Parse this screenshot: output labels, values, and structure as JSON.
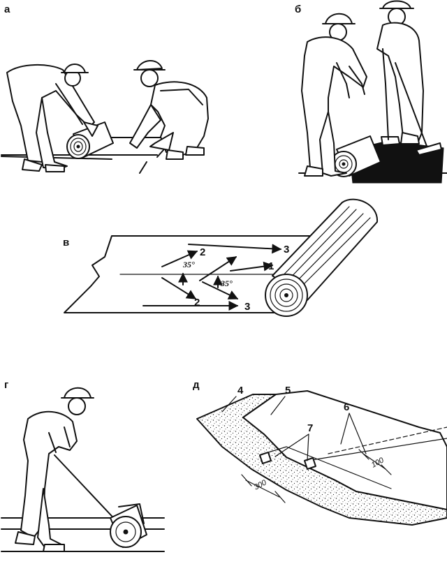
{
  "panels": {
    "a": {
      "label": "а"
    },
    "b": {
      "label": "б"
    },
    "v": {
      "label": "в",
      "arrows": [
        "1",
        "2",
        "2",
        "3",
        "3"
      ],
      "angle_upper": "35°",
      "angle_lower": "35°"
    },
    "g": {
      "label": "г"
    },
    "d": {
      "label": "д",
      "callouts": [
        "4",
        "5",
        "6",
        "7"
      ],
      "dim_left": "300",
      "dim_right": "100"
    }
  }
}
